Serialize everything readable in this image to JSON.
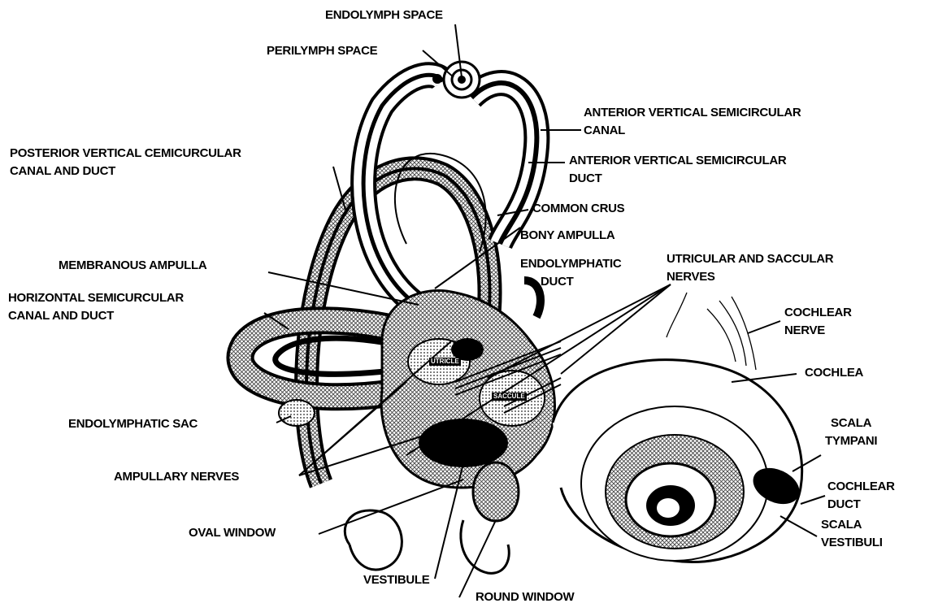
{
  "colors": {
    "ink": "#000000",
    "paper": "#ffffff",
    "hatch": "#555555"
  },
  "labels": {
    "endolymph_space": "ENDOLYMPH SPACE",
    "perilymph_space": "PERILYMPH SPACE",
    "anterior_canal_1": "ANTERIOR VERTICAL SEMICIRCULAR",
    "anterior_canal_2": "CANAL",
    "anterior_duct_1": "ANTERIOR VERTICAL SEMICIRCULAR",
    "anterior_duct_2": "DUCT",
    "posterior_1": "POSTERIOR VERTICAL CEMICURCULAR",
    "posterior_2": "CANAL AND DUCT",
    "common_crus": "COMMON CRUS",
    "bony_ampulla": "BONY AMPULLA",
    "membranous_ampulla": "MEMBRANOUS AMPULLA",
    "endolymphatic_duct_1": "ENDOLYMPHATIC",
    "endolymphatic_duct_2": "DUCT",
    "utricular_nerves_1": "UTRICULAR AND SACCULAR",
    "utricular_nerves_2": "NERVES",
    "horizontal_1": "HORIZONTAL SEMICURCULAR",
    "horizontal_2": "CANAL AND DUCT",
    "cochlear_nerve_1": "COCHLEAR",
    "cochlear_nerve_2": "NERVE",
    "cochlea": "COCHLEA",
    "endolymphatic_sac": "ENDOLYMPHATIC SAC",
    "scala_tympani_1": "SCALA",
    "scala_tympani_2": "TYMPANI",
    "ampullary_nerves": "AMPULLARY NERVES",
    "cochlear_duct_1": "COCHLEAR",
    "cochlear_duct_2": "DUCT",
    "oval_window": "OVAL WINDOW",
    "scala_vestibuli_1": "SCALA",
    "scala_vestibuli_2": "VESTIBULI",
    "vestibule": "VESTIBULE",
    "round_window": "ROUND WINDOW",
    "utricle": "UTRICLE",
    "saccule": "SACCULE"
  }
}
